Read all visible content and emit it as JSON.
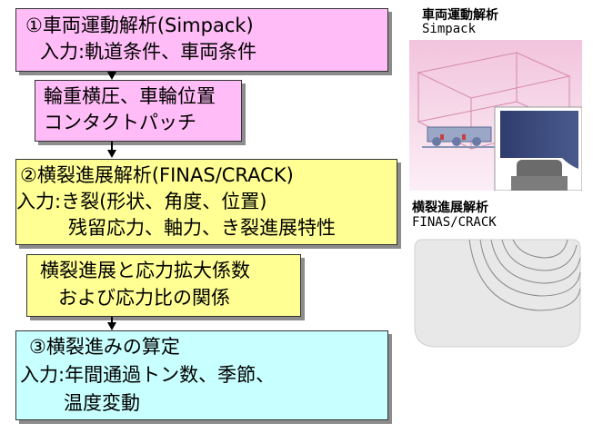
{
  "step1": {
    "title": "①車両運動解析(Simpack)",
    "input": "入力:軌道条件、車両条件",
    "color": "#ffbcf6"
  },
  "output1": {
    "line1": "輪重横圧、車輪位置",
    "line2": "コンタクトパッチ",
    "color": "#ffbcf6"
  },
  "step2": {
    "title": "②横裂進展解析(FINAS/CRACK)",
    "input1": "入力:き裂(形状、角度、位置)",
    "input2": "残留応力、軸力、き裂進展特性",
    "color": "#ffff94"
  },
  "output2": {
    "line1": "横裂進展と応力拡大係数",
    "line2": "および応力比の関係",
    "color": "#ffff94"
  },
  "step3": {
    "title": "③横裂進みの算定",
    "input1": "入力:年間通過トン数、季節、",
    "input2": "温度変動",
    "color": "#c8ffff"
  },
  "figure1": {
    "caption1": "車両運動解析",
    "caption2": "Simpack"
  },
  "figure2": {
    "caption1": "横裂進展解析",
    "caption2": "FINAS/CRACK"
  }
}
